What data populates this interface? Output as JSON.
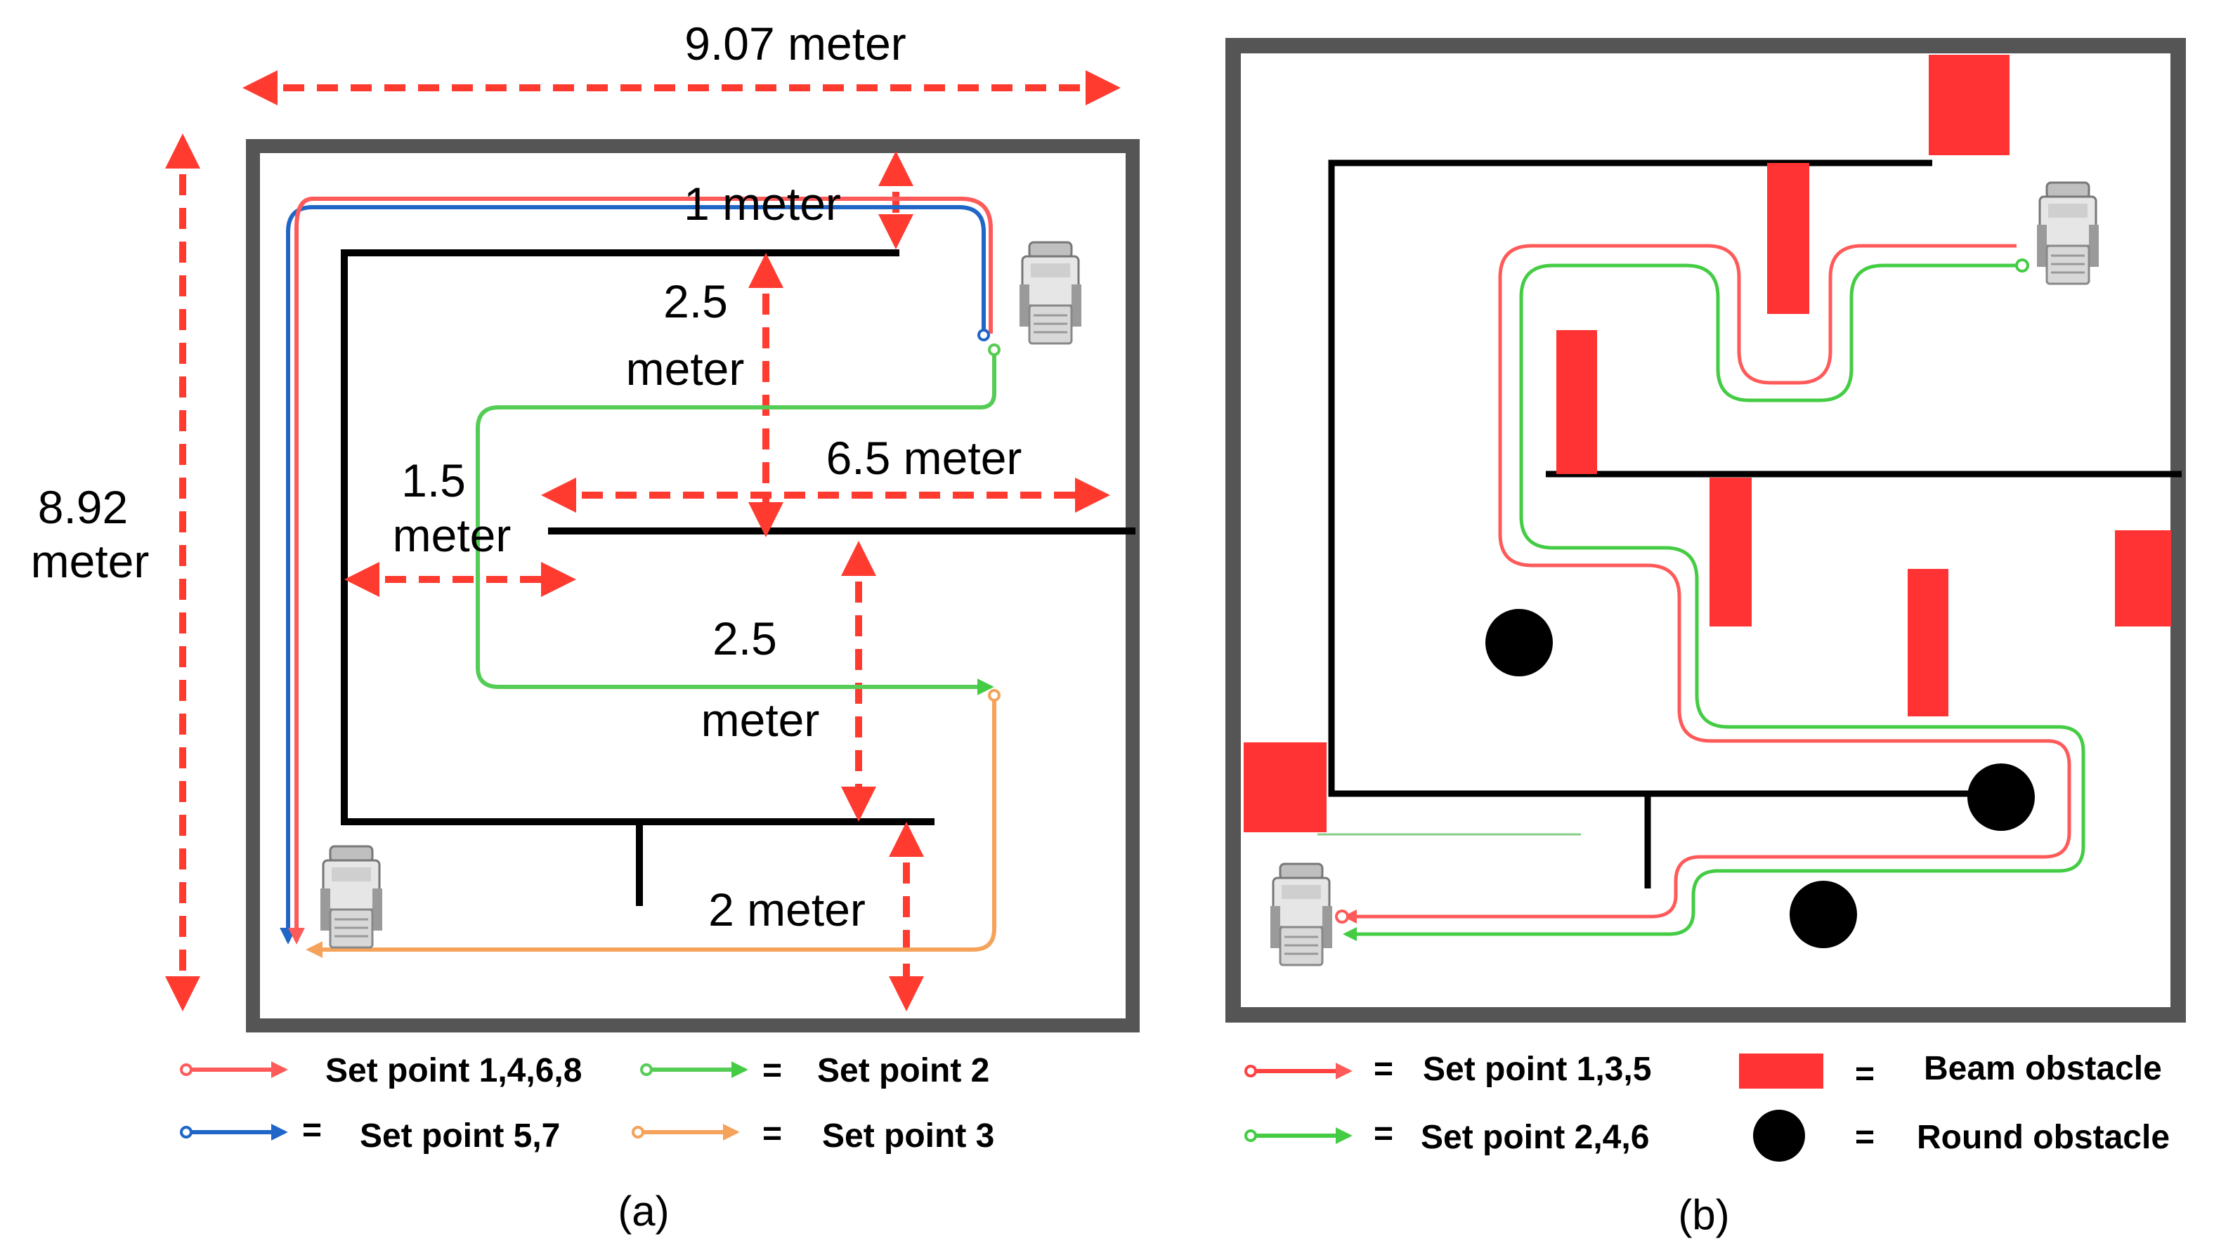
{
  "panel_a": {
    "caption": "(a)",
    "dims": {
      "width": "9.07 meter",
      "height_num": "8.92",
      "height_unit": "meter",
      "one": "1 meter",
      "top_gap_num": "2.5",
      "top_gap_unit": "meter",
      "span": "6.5 meter",
      "left_gap_num": "1.5",
      "left_gap_unit": "meter",
      "mid_gap_num": "2.5",
      "mid_gap_unit": "meter",
      "bottom_gap": "2 meter"
    },
    "legend": [
      {
        "label": "Set point 1,4,6,8",
        "color": "#ff5a5a",
        "eq": ""
      },
      {
        "label": "Set point 2",
        "color": "#55cc55",
        "eq": "="
      },
      {
        "label": "Set point 5,7",
        "color": "#1f66c6",
        "eq": "="
      },
      {
        "label": "Set point 3",
        "color": "#f5a25a",
        "eq": "="
      }
    ]
  },
  "panel_b": {
    "caption": "(b)",
    "legend": [
      {
        "label": "Set point 1,3,5",
        "color": "#ff4040",
        "eq": "="
      },
      {
        "label": "Set point 2,4,6",
        "color": "#44cc44",
        "eq": "="
      },
      {
        "label": "Beam obstacle",
        "color": "#ff3333",
        "eq": "="
      },
      {
        "label": "Round obstacle",
        "color": "#000000",
        "eq": "="
      }
    ]
  },
  "colors": {
    "wall": "#555555",
    "partition": "#000000",
    "dimension": "#ff3b30",
    "path_red": "#ff5a5a",
    "path_green": "#55cc55",
    "path_blue": "#1f66c6",
    "path_orange": "#f5a25a",
    "beam": "#ff3333"
  }
}
